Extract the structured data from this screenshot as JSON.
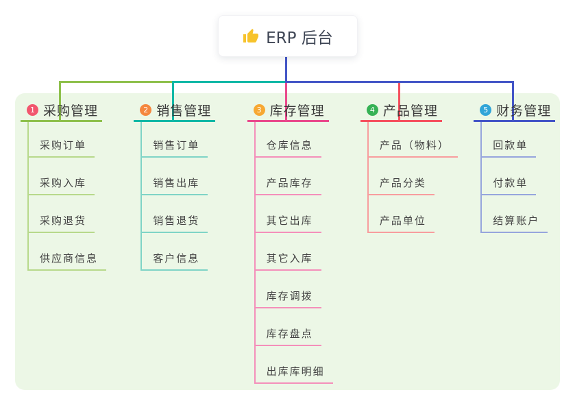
{
  "root": {
    "title": "ERP 后台",
    "icon": "thumbs-up-icon",
    "icon_color": "#f7c32b",
    "text_color": "#3e4554"
  },
  "canvas": {
    "background": "#ffffff",
    "panel_bg": "#ecf7e6"
  },
  "connector": {
    "root_line_color": "#4456c7"
  },
  "branches": [
    {
      "id": "purchase",
      "num": "1",
      "label": "采购管理",
      "badge_color": "#f2566e",
      "line_color": "#8ec04c",
      "sub_line_color": "#b7d98b",
      "items": [
        "采购订单",
        "采购入库",
        "采购退货",
        "供应商信息"
      ]
    },
    {
      "id": "sales",
      "num": "2",
      "label": "销售管理",
      "badge_color": "#f5873f",
      "line_color": "#12b8a6",
      "sub_line_color": "#7fd4c6",
      "items": [
        "销售订单",
        "销售出库",
        "销售退货",
        "客户信息"
      ]
    },
    {
      "id": "inventory",
      "num": "3",
      "label": "库存管理",
      "badge_color": "#f7a832",
      "line_color": "#e94a8c",
      "sub_line_color": "#f48fba",
      "items": [
        "仓库信息",
        "产品库存",
        "其它出库",
        "其它入库",
        "库存调拨",
        "库存盘点",
        "出库库明细"
      ]
    },
    {
      "id": "product",
      "num": "4",
      "label": "产品管理",
      "badge_color": "#36b255",
      "line_color": "#f5515f",
      "sub_line_color": "#f89d9e",
      "items": [
        "产品（物料）",
        "产品分类",
        "产品单位"
      ]
    },
    {
      "id": "finance",
      "num": "5",
      "label": "财务管理",
      "badge_color": "#31a5d8",
      "line_color": "#4456c7",
      "sub_line_color": "#96a5dd",
      "items": [
        "回款单",
        "付款单",
        "结算账户"
      ]
    }
  ]
}
